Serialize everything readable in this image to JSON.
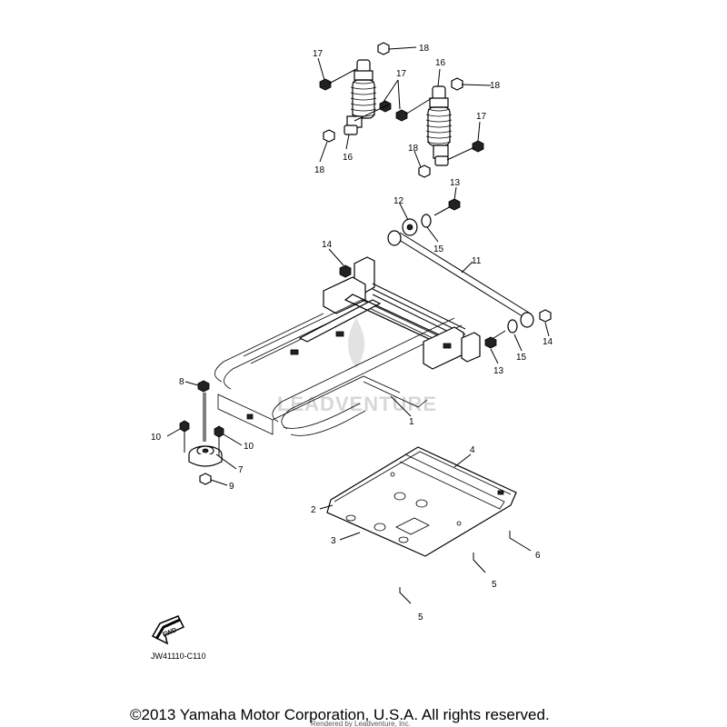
{
  "callouts": [
    {
      "id": "c1",
      "text": "1"
    },
    {
      "id": "c2",
      "text": "2"
    },
    {
      "id": "c3",
      "text": "3"
    },
    {
      "id": "c4",
      "text": "4"
    },
    {
      "id": "c5a",
      "text": "5"
    },
    {
      "id": "c5b",
      "text": "5"
    },
    {
      "id": "c6",
      "text": "6"
    },
    {
      "id": "c7",
      "text": "7"
    },
    {
      "id": "c8",
      "text": "8"
    },
    {
      "id": "c9",
      "text": "9"
    },
    {
      "id": "c10a",
      "text": "10"
    },
    {
      "id": "c10b",
      "text": "10"
    },
    {
      "id": "c11",
      "text": "11"
    },
    {
      "id": "c12",
      "text": "12"
    },
    {
      "id": "c13a",
      "text": "13"
    },
    {
      "id": "c13b",
      "text": "13"
    },
    {
      "id": "c14a",
      "text": "14"
    },
    {
      "id": "c14b",
      "text": "14"
    },
    {
      "id": "c15a",
      "text": "15"
    },
    {
      "id": "c15b",
      "text": "15"
    },
    {
      "id": "c16a",
      "text": "16"
    },
    {
      "id": "c16b",
      "text": "16"
    },
    {
      "id": "c17a",
      "text": "17"
    },
    {
      "id": "c17b",
      "text": "17"
    },
    {
      "id": "c17c",
      "text": "17"
    },
    {
      "id": "c18a",
      "text": "18"
    },
    {
      "id": "c18b",
      "text": "18"
    },
    {
      "id": "c18c",
      "text": "18"
    },
    {
      "id": "c18d",
      "text": "18"
    }
  ],
  "fwd_label": "FWD",
  "diagram_code": "JW41110-C110",
  "copyright": "©2013 Yamaha Motor Corporation, U.S.A. All rights reserved.",
  "rendered_by": "Rendered by Leadventure, Inc.",
  "watermark": "LEADVENTURE"
}
